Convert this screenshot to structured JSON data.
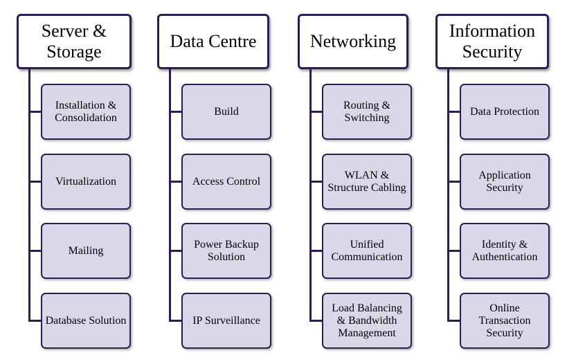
{
  "columns": [
    {
      "title": "Server & Storage",
      "items": [
        "Installation & Consolidation",
        "Virtualization",
        "Mailing",
        "Database Solution"
      ]
    },
    {
      "title": "Data Centre",
      "items": [
        "Build",
        "Access Control",
        "Power Backup Solution",
        "IP Surveillance"
      ]
    },
    {
      "title": "Networking",
      "items": [
        "Routing & Switching",
        "WLAN & Structure Cabling",
        "Unified Communication",
        "Load Balancing & Bandwidth Management"
      ]
    },
    {
      "title": "Information Security",
      "items": [
        "Data Protection",
        "Application Security",
        "Identity & Authentication",
        "Online Transaction Security"
      ]
    }
  ],
  "colors": {
    "border": "#2d1b54",
    "item_fill": "#d8d8e8",
    "header_fill": "#ffffff"
  }
}
